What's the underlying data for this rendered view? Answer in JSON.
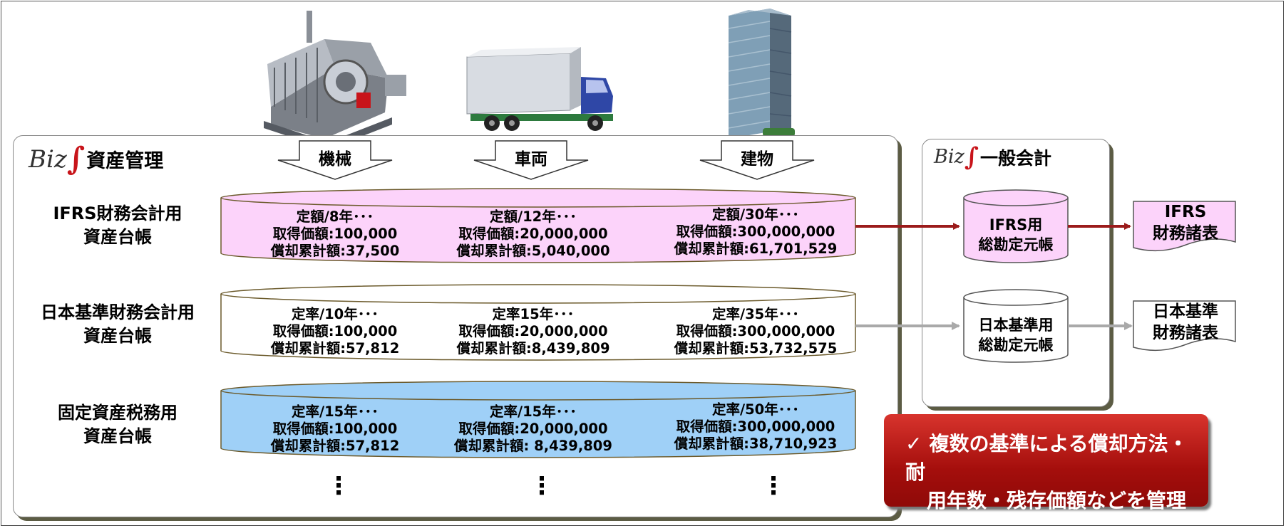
{
  "assets": [
    {
      "icon": "machine-icon",
      "label": "機械"
    },
    {
      "icon": "truck-icon",
      "label": "車両"
    },
    {
      "icon": "building-icon",
      "label": "建物"
    }
  ],
  "asset_management": {
    "brand_prefix": "Biz",
    "brand_symbol": "∫",
    "title": "資産管理"
  },
  "general_accounting": {
    "brand_prefix": "Biz",
    "brand_symbol": "∫",
    "title": "一般会計"
  },
  "ledgers": [
    {
      "label_line1": "IFRS財務会計用",
      "label_line2": "資産台帳",
      "fill": "#fcd3fa",
      "cells": [
        [
          "定額/8年･･･",
          "取得価額:100,000",
          "償却累計額:37,500"
        ],
        [
          "定額/12年･･･",
          "取得価額:20,000,000",
          "償却累計額:5,040,000"
        ],
        [
          "定額/30年･･･",
          "取得価額:300,000,000",
          "償却累計額:61,701,529"
        ]
      ]
    },
    {
      "label_line1": "日本基準財務会計用",
      "label_line2": "資産台帳",
      "fill": "#ffffff",
      "cells": [
        [
          "定率/10年･･･",
          "取得価額:100,000",
          "償却累計額:57,812"
        ],
        [
          "定率15年･･･",
          "取得価額:20,000,000",
          "償却累計額:8,439,809"
        ],
        [
          "定率/35年･･･",
          "取得価額:300,000,000",
          "償却累計額:53,732,575"
        ]
      ]
    },
    {
      "label_line1": "固定資産税務用",
      "label_line2": "資産台帳",
      "fill": "#9fd0f7",
      "cells": [
        [
          "定率/15年･･･",
          "取得価額:100,000",
          "償却累計額:57,812"
        ],
        [
          "定率/15年･･･",
          "取得価額:20,000,000",
          "償却累計額: 8,439,809"
        ],
        [
          "定率/50年･･･",
          "取得価額:300,000,000",
          "償却累計額:38,710,923"
        ]
      ]
    }
  ],
  "continuation": "⋮",
  "general_ledgers": [
    {
      "line1": "IFRS用",
      "line2": "総勘定元帳",
      "fill": "#fcd3fa"
    },
    {
      "line1": "日本基準用",
      "line2": "総勘定元帳",
      "fill": "#ffffff"
    }
  ],
  "statements": [
    {
      "line1": "IFRS",
      "line2": "財務諸表",
      "fill": "#fcd3fa"
    },
    {
      "line1": "日本基準",
      "line2": "財務諸表",
      "fill": "#ffffff"
    }
  ],
  "flow_colors": {
    "ifrs": "#9b1b1b",
    "japan": "#a9a9a9"
  },
  "callout": {
    "check": "✓",
    "line1": "複数の基準による償却方法・耐",
    "line2": "用年数・残存価額などを管理"
  }
}
